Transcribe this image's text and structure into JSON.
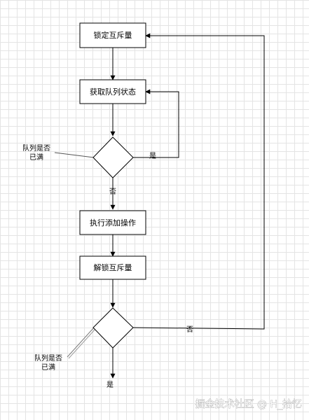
{
  "nodes": {
    "lock_mutex": "锁定互斥量",
    "get_queue_state": "获取队列状态",
    "do_add": "执行添加操作",
    "unlock_mutex": "解锁互斥量"
  },
  "edges": {
    "yes_1": "是",
    "no_1": "否",
    "no_2": "否",
    "yes_2": "是"
  },
  "notes": {
    "queue_full_1": [
      "队列是否",
      "已满"
    ],
    "queue_full_2": [
      "队列是否",
      "已满"
    ]
  },
  "watermark": "掘金技术社区 @ H_拾忆",
  "colors": {
    "stroke": "#000000",
    "grid": "#e4e4e4",
    "note_line": "#555555"
  }
}
